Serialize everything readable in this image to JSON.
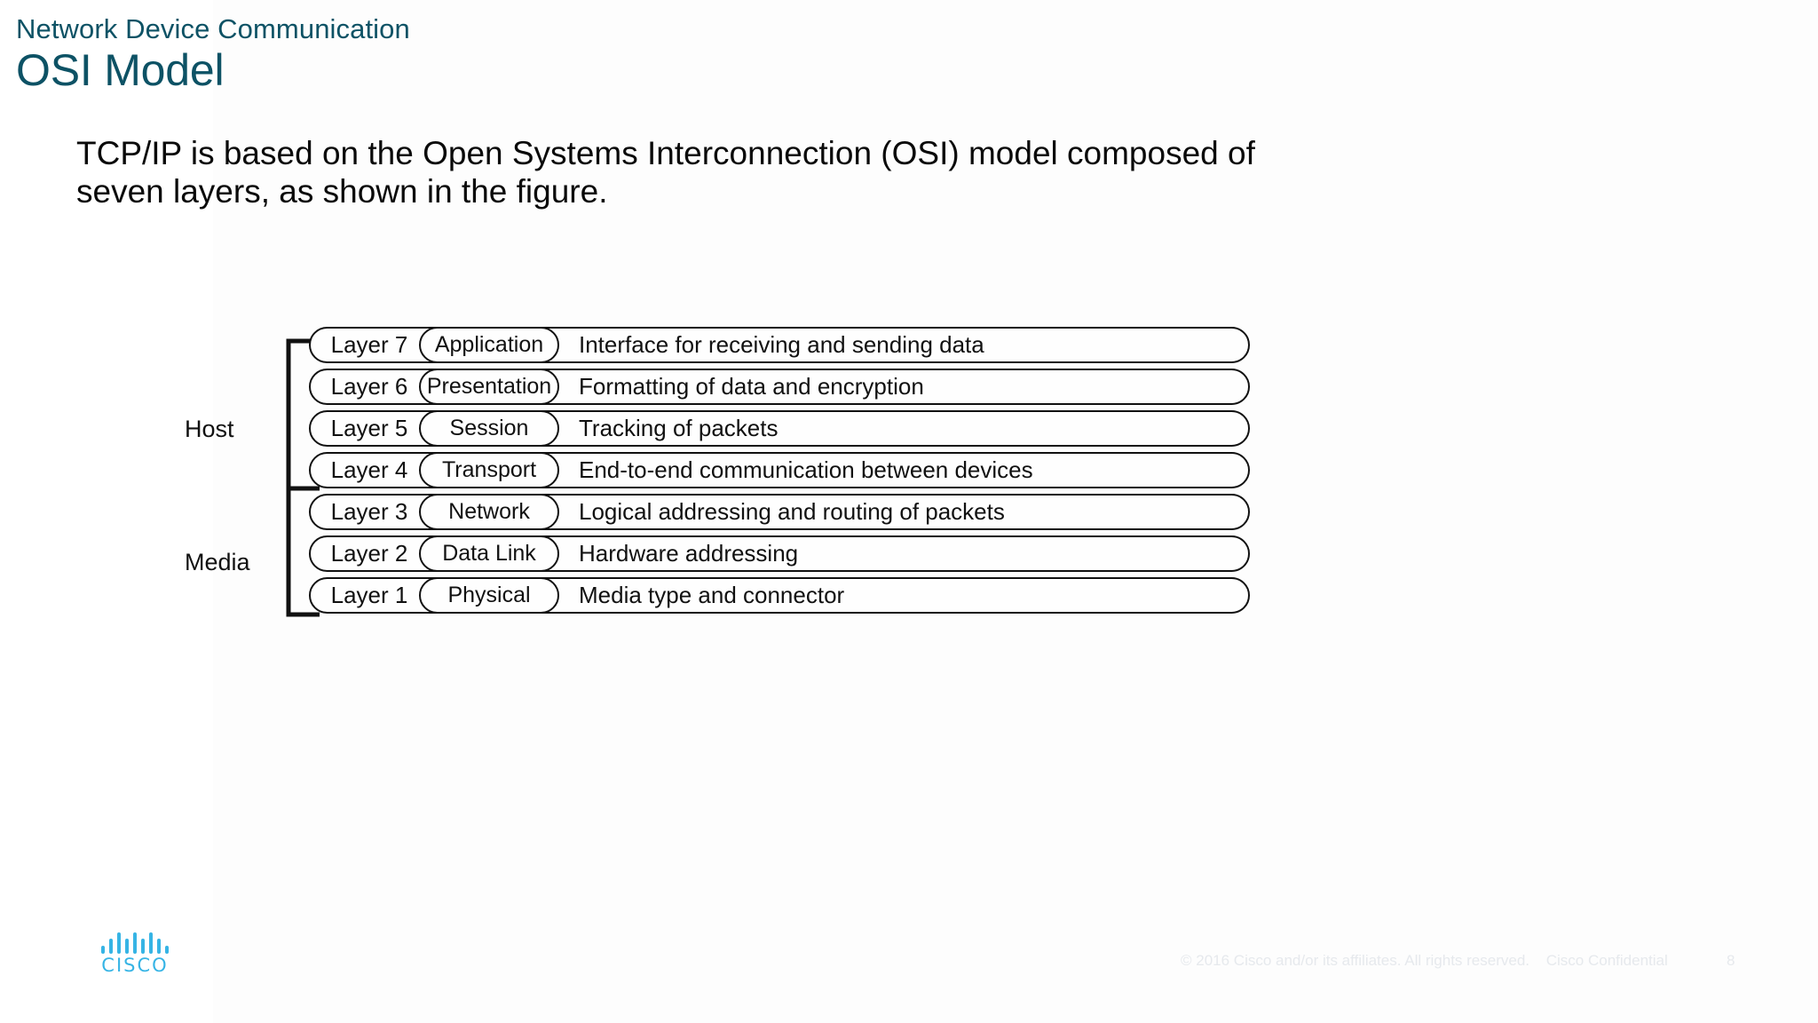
{
  "slide": {
    "eyebrow": "Network Device Communication",
    "title": "OSI Model",
    "accent_color": "#0d5265",
    "body_text": "TCP/IP is based on the Open Systems Interconnection (OSI) model composed of seven layers, as shown in the figure."
  },
  "diagram": {
    "brackets": [
      {
        "label": "Host",
        "layers": [
          7,
          6,
          5,
          4
        ]
      },
      {
        "label": "Media",
        "layers": [
          3,
          2,
          1
        ]
      }
    ],
    "rows": [
      {
        "number": "Layer 7",
        "name": "Application",
        "description": "Interface for receiving and sending data"
      },
      {
        "number": "Layer 6",
        "name": "Presentation",
        "description": "Formatting of data and encryption"
      },
      {
        "number": "Layer 5",
        "name": "Session",
        "description": "Tracking of packets"
      },
      {
        "number": "Layer 4",
        "name": "Transport",
        "description": "End-to-end communication between devices"
      },
      {
        "number": "Layer 3",
        "name": "Network",
        "description": "Logical addressing and routing of packets"
      },
      {
        "number": "Layer 2",
        "name": "Data Link",
        "description": "Hardware addressing"
      },
      {
        "number": "Layer 1",
        "name": "Physical",
        "description": "Media type and connector"
      }
    ]
  },
  "branding": {
    "logo_wordmark": "CISCO",
    "logo_color": "#36b4e5"
  },
  "footer": {
    "copyright": "© 2016  Cisco and/or its affiliates. All rights reserved.",
    "confidential": "Cisco Confidential",
    "page_number": "8"
  }
}
